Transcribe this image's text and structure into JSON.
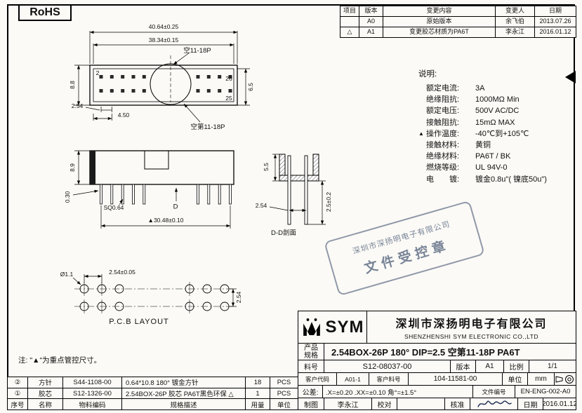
{
  "rohs_label": "RoHS",
  "revisions": {
    "headers": {
      "item": "项目",
      "version": "版本",
      "content": "变更内容",
      "by": "变更人",
      "date": "日期"
    },
    "rows": [
      {
        "item": "",
        "version": "A0",
        "content": "原始版本",
        "by": "余飞伯",
        "date": "2013.07.26"
      },
      {
        "item": "△",
        "version": "A1",
        "content": "变更胶芯材质为PA6T",
        "by": "李永江",
        "date": "2016.01.12"
      }
    ]
  },
  "drawing": {
    "top_view": {
      "dim_outer": "40.64±0.25",
      "dim_inner": "38.34±0.15",
      "gap_note": "空11-18P",
      "height_left": "8.8",
      "height_right": "6.5",
      "pitch": "2.54",
      "dim_450": "4.50",
      "gap_label": "空第11-18P",
      "pin_no_2": "2",
      "pin_no_26": "26",
      "pin_no_25": "25"
    },
    "side_view": {
      "height": "8.9",
      "pin_width": "0.30",
      "pin_square": "SQ0.64",
      "section_mark": "D",
      "width": "▲30.48±0.10"
    },
    "section": {
      "title": "D-D剖面",
      "height": "5.5",
      "pitch": "2.54",
      "pin_length": "2.5±0.2"
    },
    "pcb": {
      "title": "P.C.B LAYOUT",
      "hole_dia": "Ø1.1",
      "pitch_h": "2.54±0.05",
      "pitch_v": "2.54"
    },
    "note": "注: \"▲\"为重点管控尺寸。"
  },
  "specs": {
    "title": "说明:",
    "items": [
      {
        "mark": "",
        "label": "额定电流:",
        "value": "3A"
      },
      {
        "mark": "",
        "label": "绝缘阻抗:",
        "value": "1000MΩ Min"
      },
      {
        "mark": "",
        "label": "额定电压:",
        "value": "500V AC/DC"
      },
      {
        "mark": "",
        "label": "接触阻抗:",
        "value": "15mΩ MAX"
      },
      {
        "mark": "▲",
        "label": "操作温度:",
        "value": "-40℃到+105℃"
      },
      {
        "mark": "",
        "label": "接触材料:",
        "value": "黄铜"
      },
      {
        "mark": "",
        "label": "绝缘材料:",
        "value": "PA6T / BK"
      },
      {
        "mark": "",
        "label": "燃烧等级:",
        "value": "UL 94V-0"
      },
      {
        "mark": "",
        "label": "电　　镀:",
        "value": "镀金0.8u\"( 镍底50u\")"
      }
    ]
  },
  "stamp": {
    "line1": "深圳市深扬明电子有限公司",
    "line2": "文件受控章"
  },
  "title_block": {
    "logo_text": "SYM",
    "company_cn": "深圳市深扬明电子有限公司",
    "company_en": "SHENZHENSHI SYM ELECTRONIC CO.,LTD",
    "product_label_top": "产品",
    "product_label_bottom": "规格",
    "product_value": "2.54BOX-26P  180° DIP=2.5 空第11-18P PA6T",
    "part_no_label": "料号",
    "part_no": "S12-08037-00",
    "version_label": "版本",
    "version": "A1",
    "scale_label": "比例",
    "scale": "1/1",
    "customer_code_label": "客户代码",
    "customer_code": "A01-1",
    "customer_pn_label": "客户料号",
    "customer_pn": "104-11581-00",
    "unit_label": "单位",
    "unit": "mm",
    "tolerance_label": "公差:",
    "tolerance": ".X=±0.20  .XX=±0.10  角°=±1.5°",
    "file_no_label": "文件编号",
    "file_no": "EN-ENG-002-A0",
    "drawn_label": "制图",
    "drawn": "李永江",
    "checked_label": "校对",
    "checked": "",
    "approved_label": "核准",
    "date_label": "日期",
    "date": "2016.01.12"
  },
  "bom": {
    "headers": {
      "no": "序号",
      "name": "名称",
      "code": "物料编码",
      "desc": "规格描述",
      "qty": "用量",
      "unit": "单位"
    },
    "rows": [
      {
        "no": "②",
        "name": "方针",
        "code": "S44-1108-00",
        "desc": "0.64*10.8 180° 镀金方针",
        "qty": "18",
        "unit": "PCS"
      },
      {
        "no": "①",
        "name": "胶芯",
        "code": "S12-1326-00",
        "desc": "2.54BOX-26P 胶芯 PA6T黑色环保 △",
        "qty": "1",
        "unit": "PCS"
      }
    ]
  }
}
